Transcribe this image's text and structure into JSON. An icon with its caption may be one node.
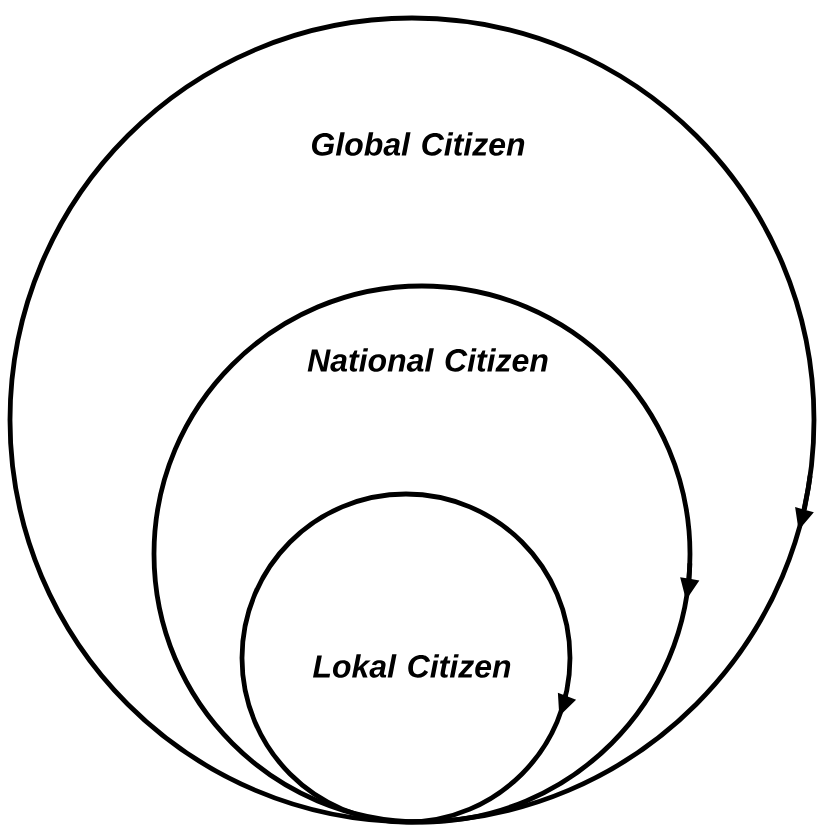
{
  "diagram": {
    "nodes": [
      {
        "text": [
          "Global Citizen"
        ]
      },
      {
        "text": [
          "National Citizen"
        ],
        "in": 0
      },
      {
        "text": [
          "Lokal Citizen"
        ],
        "in": 1
      }
    ]
  }
}
